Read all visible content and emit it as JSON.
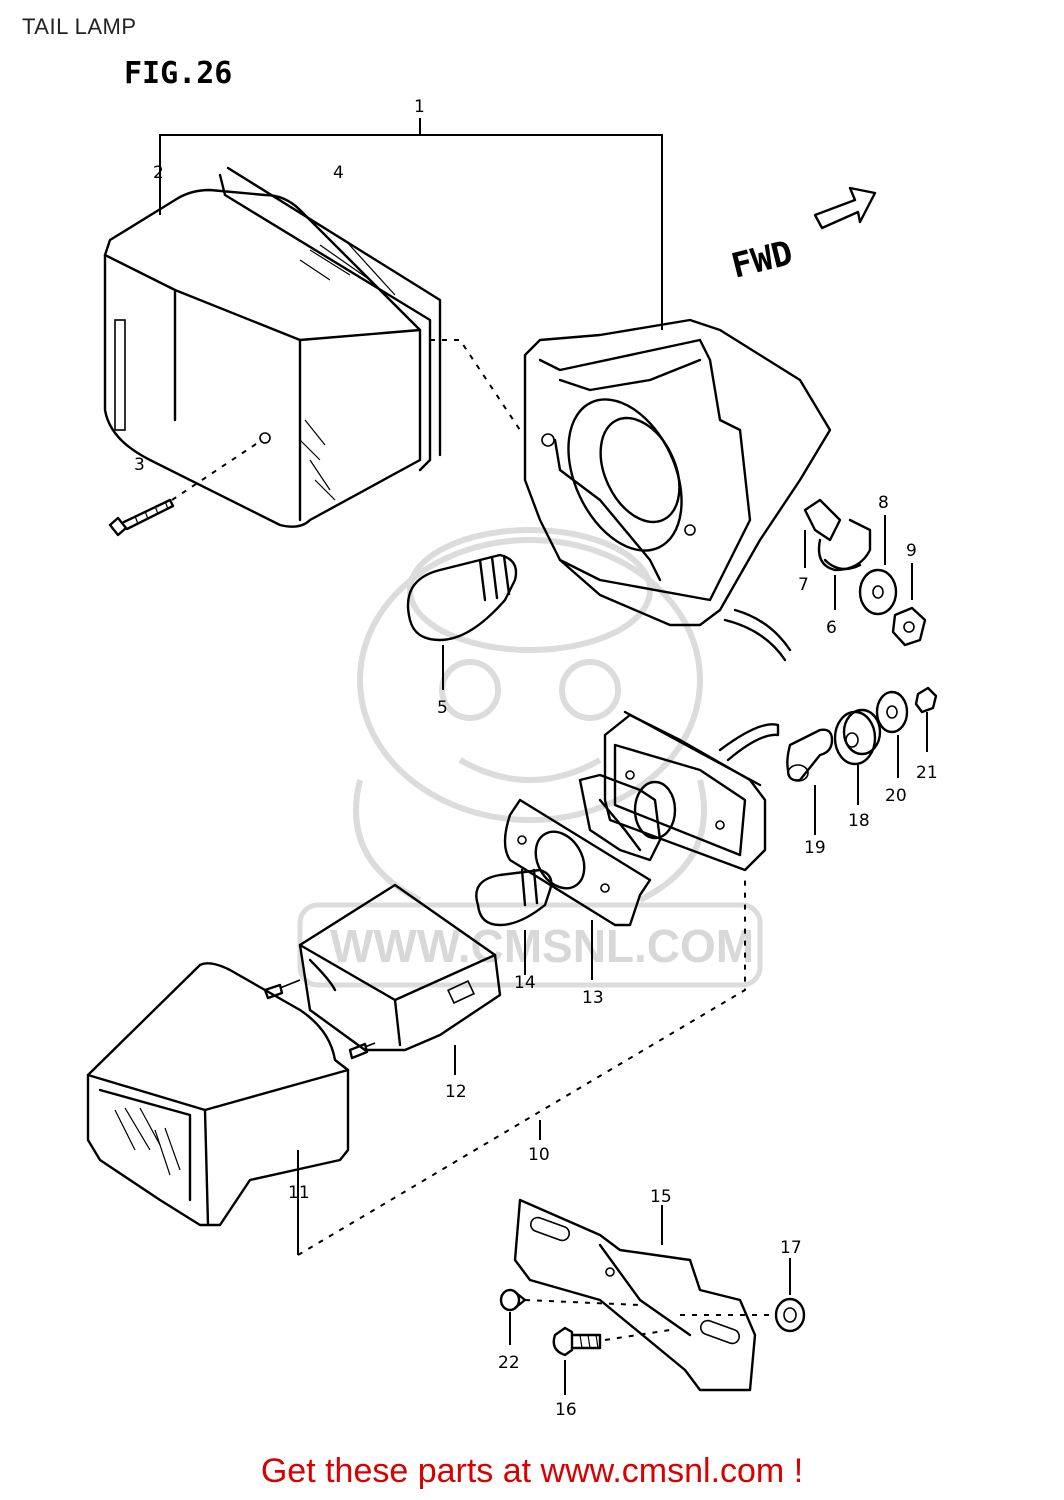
{
  "page_title": "TAIL LAMP",
  "figure_label": "FIG.26",
  "direction_label": "FWD",
  "watermark": "WWW.CMSNL.COM",
  "footer": "Get these parts at www.cmsnl.com !",
  "callouts": [
    {
      "id": "1",
      "label": "1"
    },
    {
      "id": "2",
      "label": "2"
    },
    {
      "id": "3",
      "label": "3"
    },
    {
      "id": "4",
      "label": "4"
    },
    {
      "id": "5",
      "label": "5"
    },
    {
      "id": "6",
      "label": "6"
    },
    {
      "id": "7",
      "label": "7"
    },
    {
      "id": "8",
      "label": "8"
    },
    {
      "id": "9",
      "label": "9"
    },
    {
      "id": "10",
      "label": "10"
    },
    {
      "id": "11",
      "label": "11"
    },
    {
      "id": "12",
      "label": "12"
    },
    {
      "id": "13",
      "label": "13"
    },
    {
      "id": "14",
      "label": "14"
    },
    {
      "id": "15",
      "label": "15"
    },
    {
      "id": "16",
      "label": "16"
    },
    {
      "id": "17",
      "label": "17"
    },
    {
      "id": "18",
      "label": "18"
    },
    {
      "id": "19",
      "label": "19"
    },
    {
      "id": "20",
      "label": "20"
    },
    {
      "id": "21",
      "label": "21"
    },
    {
      "id": "22",
      "label": "22"
    }
  ]
}
